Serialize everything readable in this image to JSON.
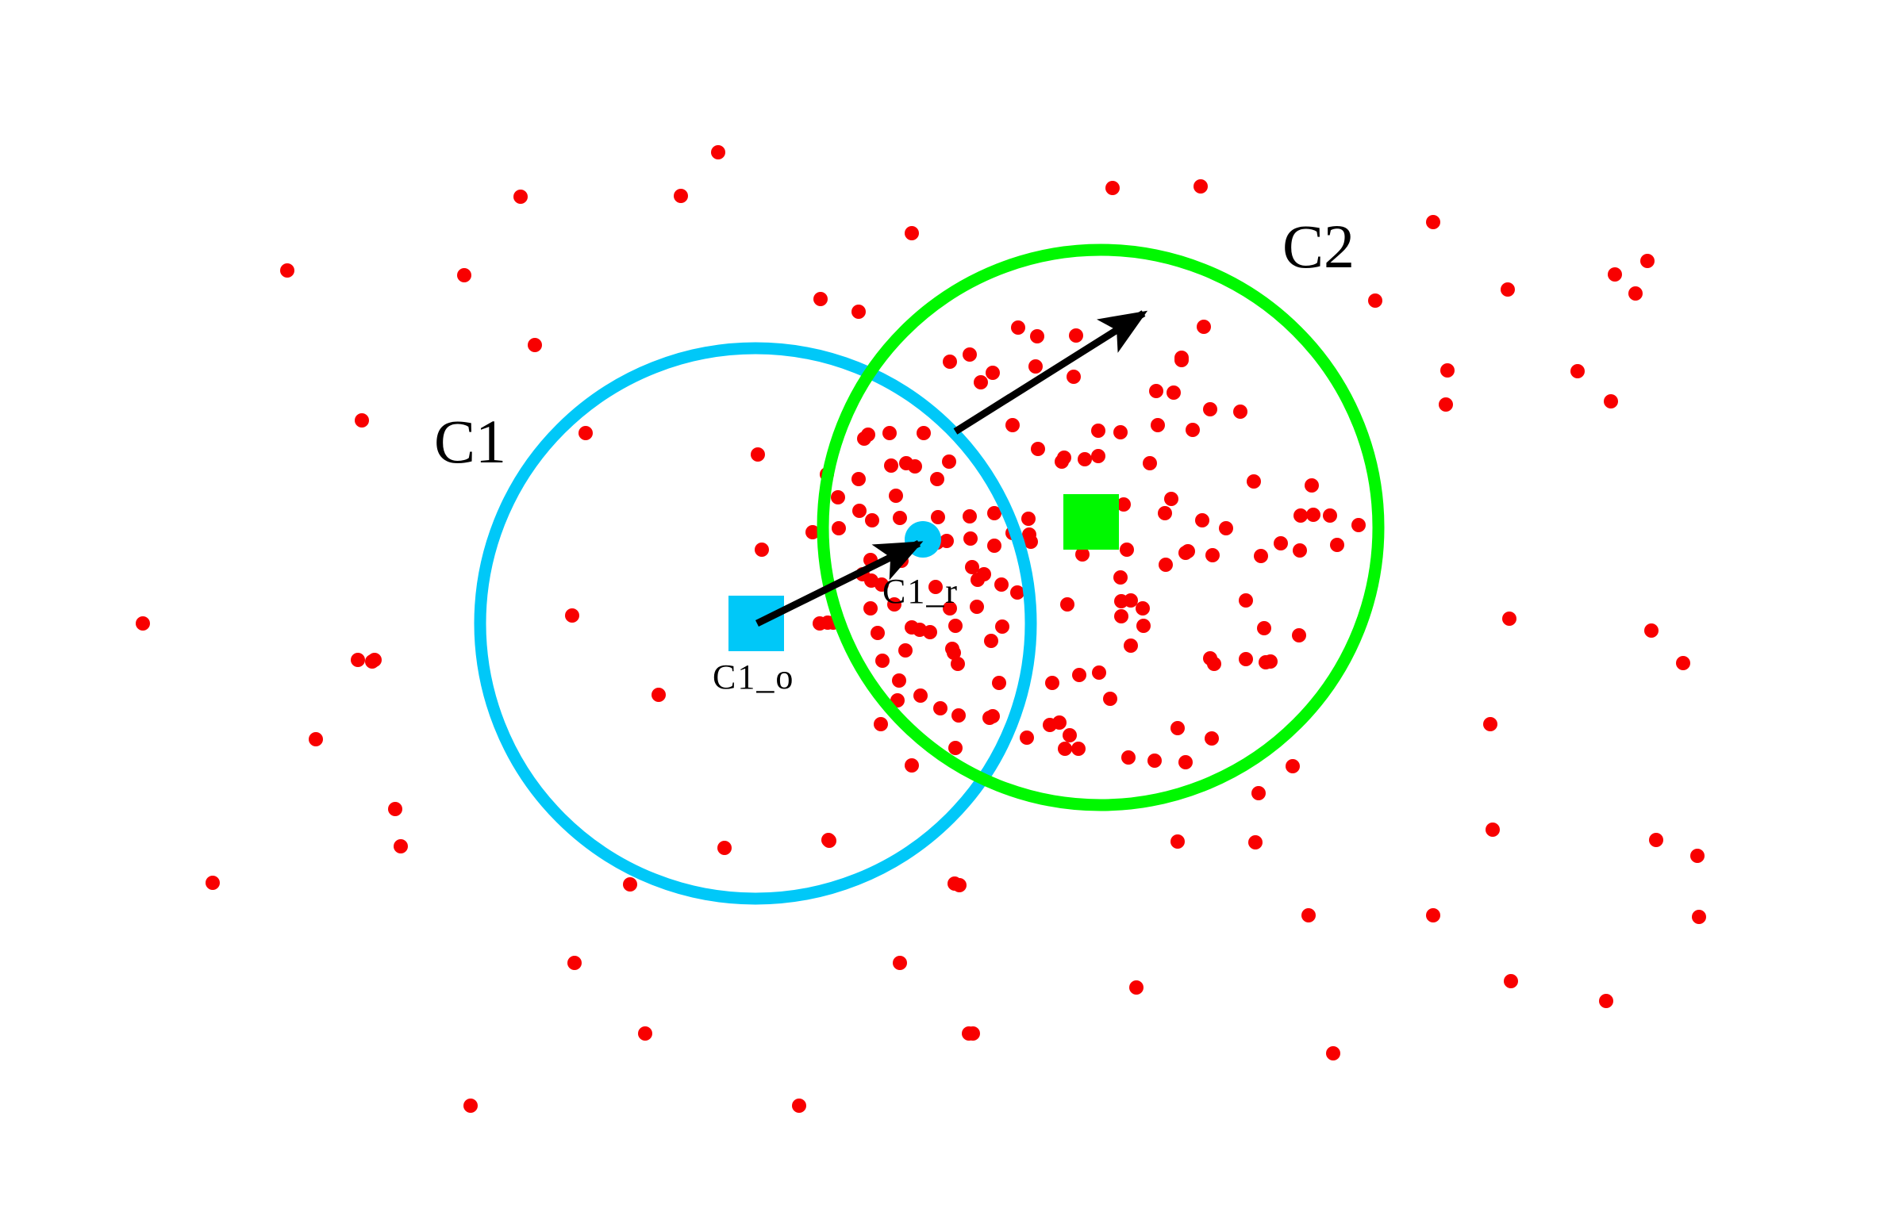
{
  "colors": {
    "background": "#ffffff",
    "cluster1": "#00c8f8",
    "cluster2": "#00f800",
    "points": "#f80000",
    "arrows": "#000000"
  },
  "labels": {
    "c1": "C1",
    "c2": "C2",
    "c1_origin": "C1_o",
    "c1_relocated": "C1_r"
  },
  "icons": {
    "c1_origin_marker": "square",
    "c1_relocated_marker": "circle",
    "c2_center_marker": "square",
    "shift_arrow": "arrow"
  }
}
